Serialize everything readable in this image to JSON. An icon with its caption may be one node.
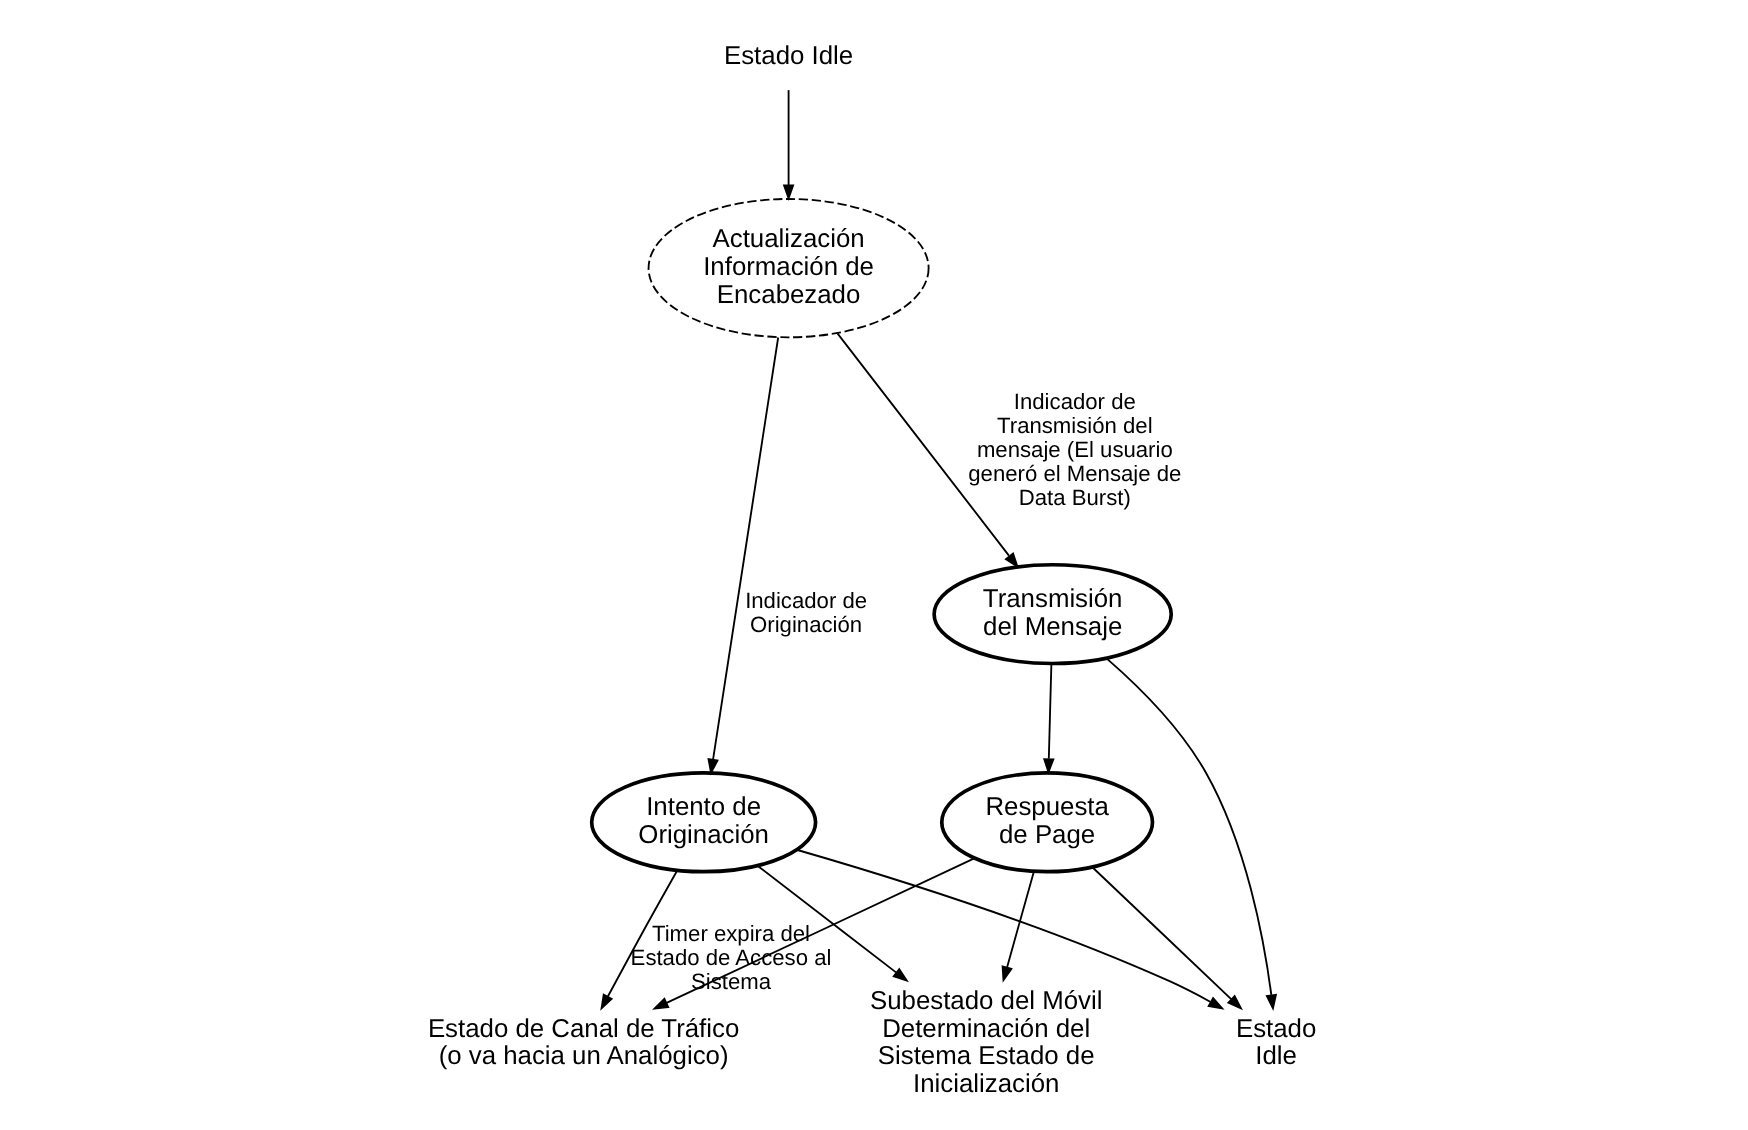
{
  "diagram": {
    "nodes": [
      {
        "text": [
          "Estado Idle"
        ]
      },
      {
        "text": [
          "Actualización Información de Encabezado"
        ]
      },
      {
        "text": [
          "Subestado del Móvil Determinación del Sistema Estado de Inicialización"
        ]
      },
      {
        "text": [
          "Respuesta de Page"
        ]
      },
      {
        "text": [
          "Transmisión del Mensaje"
        ]
      },
      {
        "text": [
          "Intento de Originación"
        ]
      },
      {
        "text": [
          "Estado Idle"
        ]
      },
      {
        "text": [
          "Estado de Canal de Tráfico (o va hacia un Analógico)"
        ]
      }
    ],
    "edges": [
      {
        "from": 0,
        "to": 1,
        "arrow": "to"
      },
      {
        "from": 1,
        "to": 4,
        "arrow": "to",
        "label": "Indicador de Transmisión del mensaje (El usuario generó el Mensaje de Data Burst)"
      },
      {
        "from": 1,
        "to": 5,
        "arrow": "to",
        "label": "Indicador de Originación"
      },
      {
        "from": 3,
        "to": 2,
        "arrow": "to"
      },
      {
        "from": 5,
        "to": 2,
        "arrow": "to",
        "label": "Timer expira del Estado de Acceso al Sistema"
      },
      {
        "from": 4,
        "to": 3,
        "arrow": "to"
      },
      {
        "from": 4,
        "to": 6,
        "arrow": "to"
      },
      {
        "from": 3,
        "to": 6,
        "arrow": "to"
      },
      {
        "from": 5,
        "to": 6,
        "arrow": "to"
      },
      {
        "from": 5,
        "to": 7,
        "arrow": "to"
      },
      {
        "from": 3,
        "to": 7,
        "arrow": "to"
      }
    ]
  }
}
